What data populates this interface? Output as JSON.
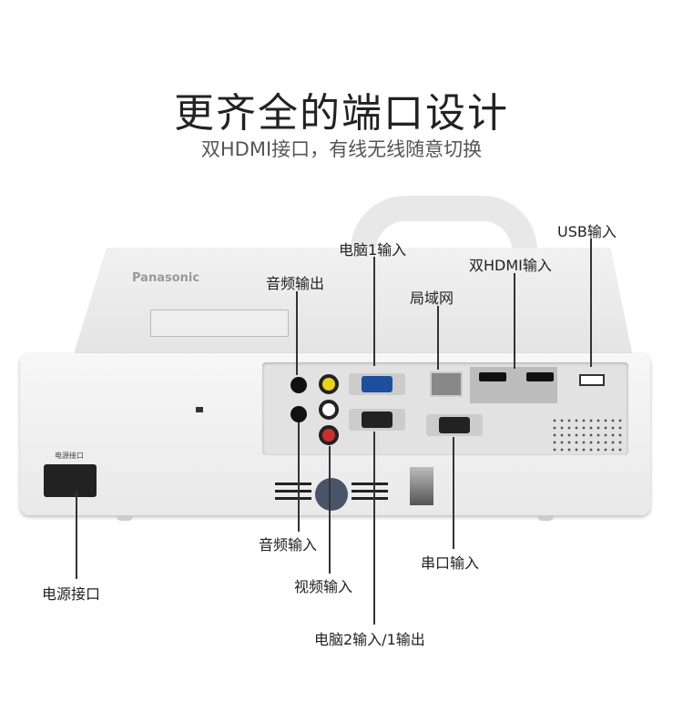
{
  "header": {
    "title": "更齐全的端口设计",
    "subtitle": "双HDMI接口，有线无线随意切换"
  },
  "device": {
    "brand_logo": "Panasonic",
    "power_panel_text": "电源接口"
  },
  "callouts": {
    "usb_in": "USB输入",
    "pc1_in": "电脑1输入",
    "dual_hdmi_in": "双HDMI输入",
    "audio_out": "音频输出",
    "lan": "局域网",
    "audio_in": "音频输入",
    "serial_in": "串口输入",
    "video_in": "视频输入",
    "power": "电源接口",
    "pc2_in_out": "电脑2输入/1输出"
  },
  "colors": {
    "vga_blue": "#1e4f9c",
    "rca_yellow": "#e9d21a",
    "rca_red": "#c9302c",
    "label_text": "#222222"
  }
}
